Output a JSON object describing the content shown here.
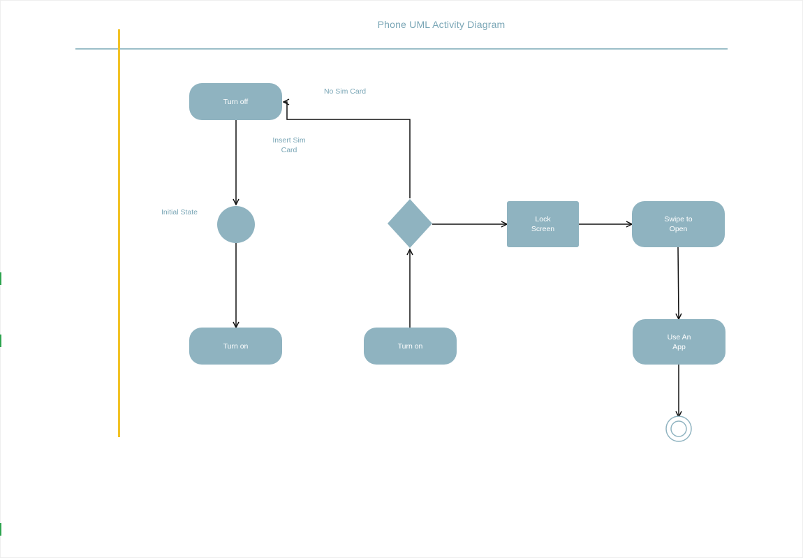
{
  "diagram": {
    "title": "Phone UML Activity Diagram",
    "nodes": {
      "turn_off": "Turn off",
      "initial_state": "",
      "turn_on_left": "Turn on",
      "turn_on_middle": "Turn on",
      "decision": "",
      "lock_screen": "Lock\nScreen",
      "swipe_to_open": "Swipe to\nOpen",
      "use_an_app": "Use An\nApp"
    },
    "labels": {
      "no_sim_card": "No Sim Card",
      "insert_sim_card": "Insert Sim\nCard",
      "initial_state": "Initial State"
    },
    "colors": {
      "node_fill": "#8fb3c0",
      "label_text": "#7aa6b6",
      "swimlane": "#f2c226",
      "header_rule": "#9bbec8",
      "edge": "#111111"
    }
  }
}
